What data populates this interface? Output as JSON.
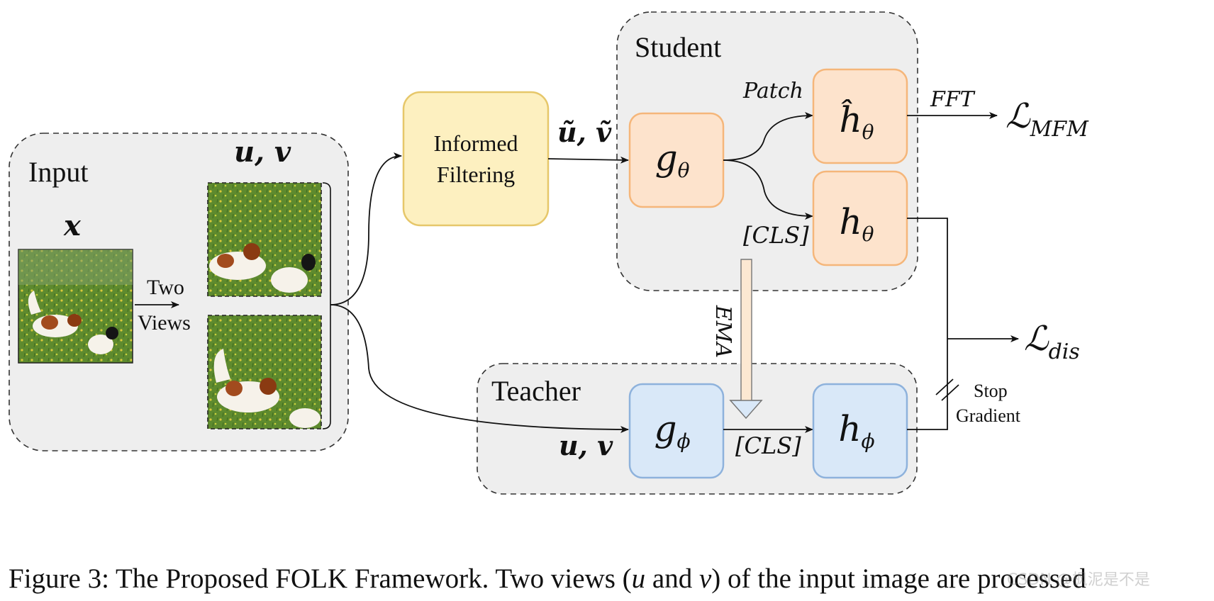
{
  "groups": {
    "input": {
      "title": "Input"
    },
    "student": {
      "title": "Student"
    },
    "teacher": {
      "title": "Teacher"
    }
  },
  "labels": {
    "x": "x",
    "uv_top": "u, v",
    "two": "Two",
    "views": "Views",
    "uv_tilde": "ũ, ṽ",
    "patch": "Patch",
    "cls_student": "[CLS]",
    "fft": "FFT",
    "ema": "EMA",
    "uv_teacher": "u, v",
    "cls_teacher": "[CLS]",
    "stop": "Stop",
    "gradient": "Gradient"
  },
  "nodes": {
    "filter_line1": "Informed",
    "filter_line2": "Filtering",
    "g_theta": {
      "base": "g",
      "sub": "θ"
    },
    "h_hat_theta": {
      "base": "ĥ",
      "sub": "θ"
    },
    "h_theta": {
      "base": "h",
      "sub": "θ"
    },
    "g_phi": {
      "base": "g",
      "sub": "ϕ"
    },
    "h_phi": {
      "base": "h",
      "sub": "ϕ"
    }
  },
  "losses": {
    "mfm": {
      "base": "ℒ",
      "sub": "MFM"
    },
    "dis": {
      "base": "ℒ",
      "sub": "dis"
    }
  },
  "caption": {
    "prefix": "Figure 3: The Proposed FOLK Framework. Two views (",
    "u": "u",
    "and": " and ",
    "v": "v",
    "suffix": ") of the input image are processed"
  },
  "watermark": "CSDN @枫泥是不是",
  "colors": {
    "panel_bg": "#eeeeee",
    "filter_fill": "#fdf0c0",
    "filter_stroke": "#e6c76a",
    "student_fill": "#fde3cc",
    "student_stroke": "#f5b67a",
    "teacher_fill": "#d9e8f8",
    "teacher_stroke": "#8eb2dc"
  }
}
